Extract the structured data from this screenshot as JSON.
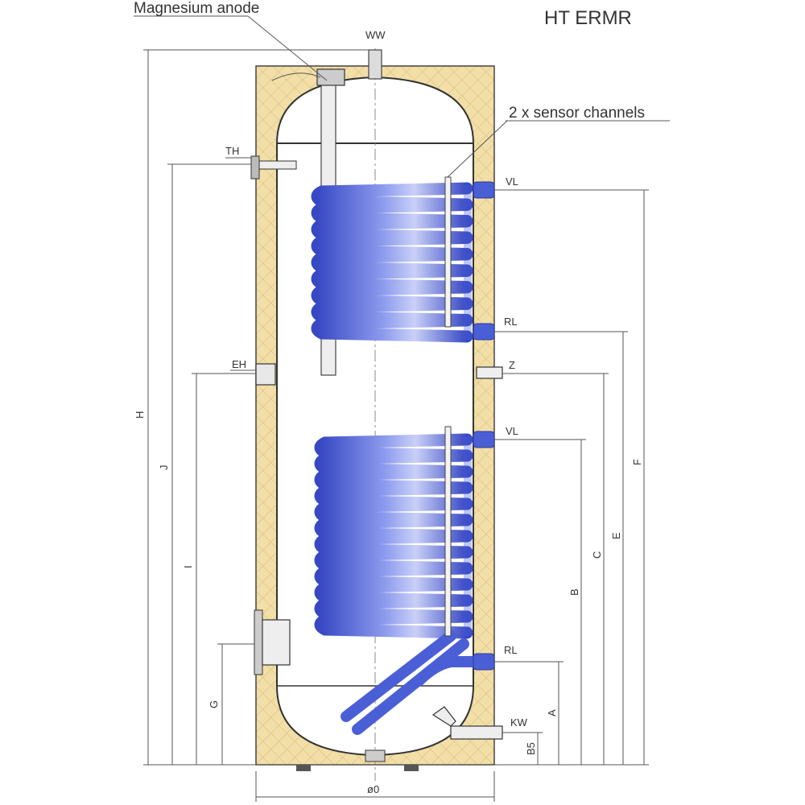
{
  "title": "HT ERMR",
  "callouts": {
    "anode": "Magnesium anode",
    "sensor": "2 x sensor channels"
  },
  "ports": {
    "ww": "WW",
    "th": "TH",
    "eh": "EH",
    "vl_top": "VL",
    "rl_top": "RL",
    "z": "Z",
    "vl_bottom": "VL",
    "rl_bottom": "RL",
    "kw": "KW"
  },
  "dimensions": {
    "h": "H",
    "j": "J",
    "i": "I",
    "g": "G",
    "f": "F",
    "e": "E",
    "c": "C",
    "b": "B",
    "a": "A",
    "b5": "B5",
    "d": "ø0"
  },
  "colors": {
    "insulation": "#f2dfa8",
    "coil": "#4a5fd6",
    "tank_outline": "#333333"
  }
}
